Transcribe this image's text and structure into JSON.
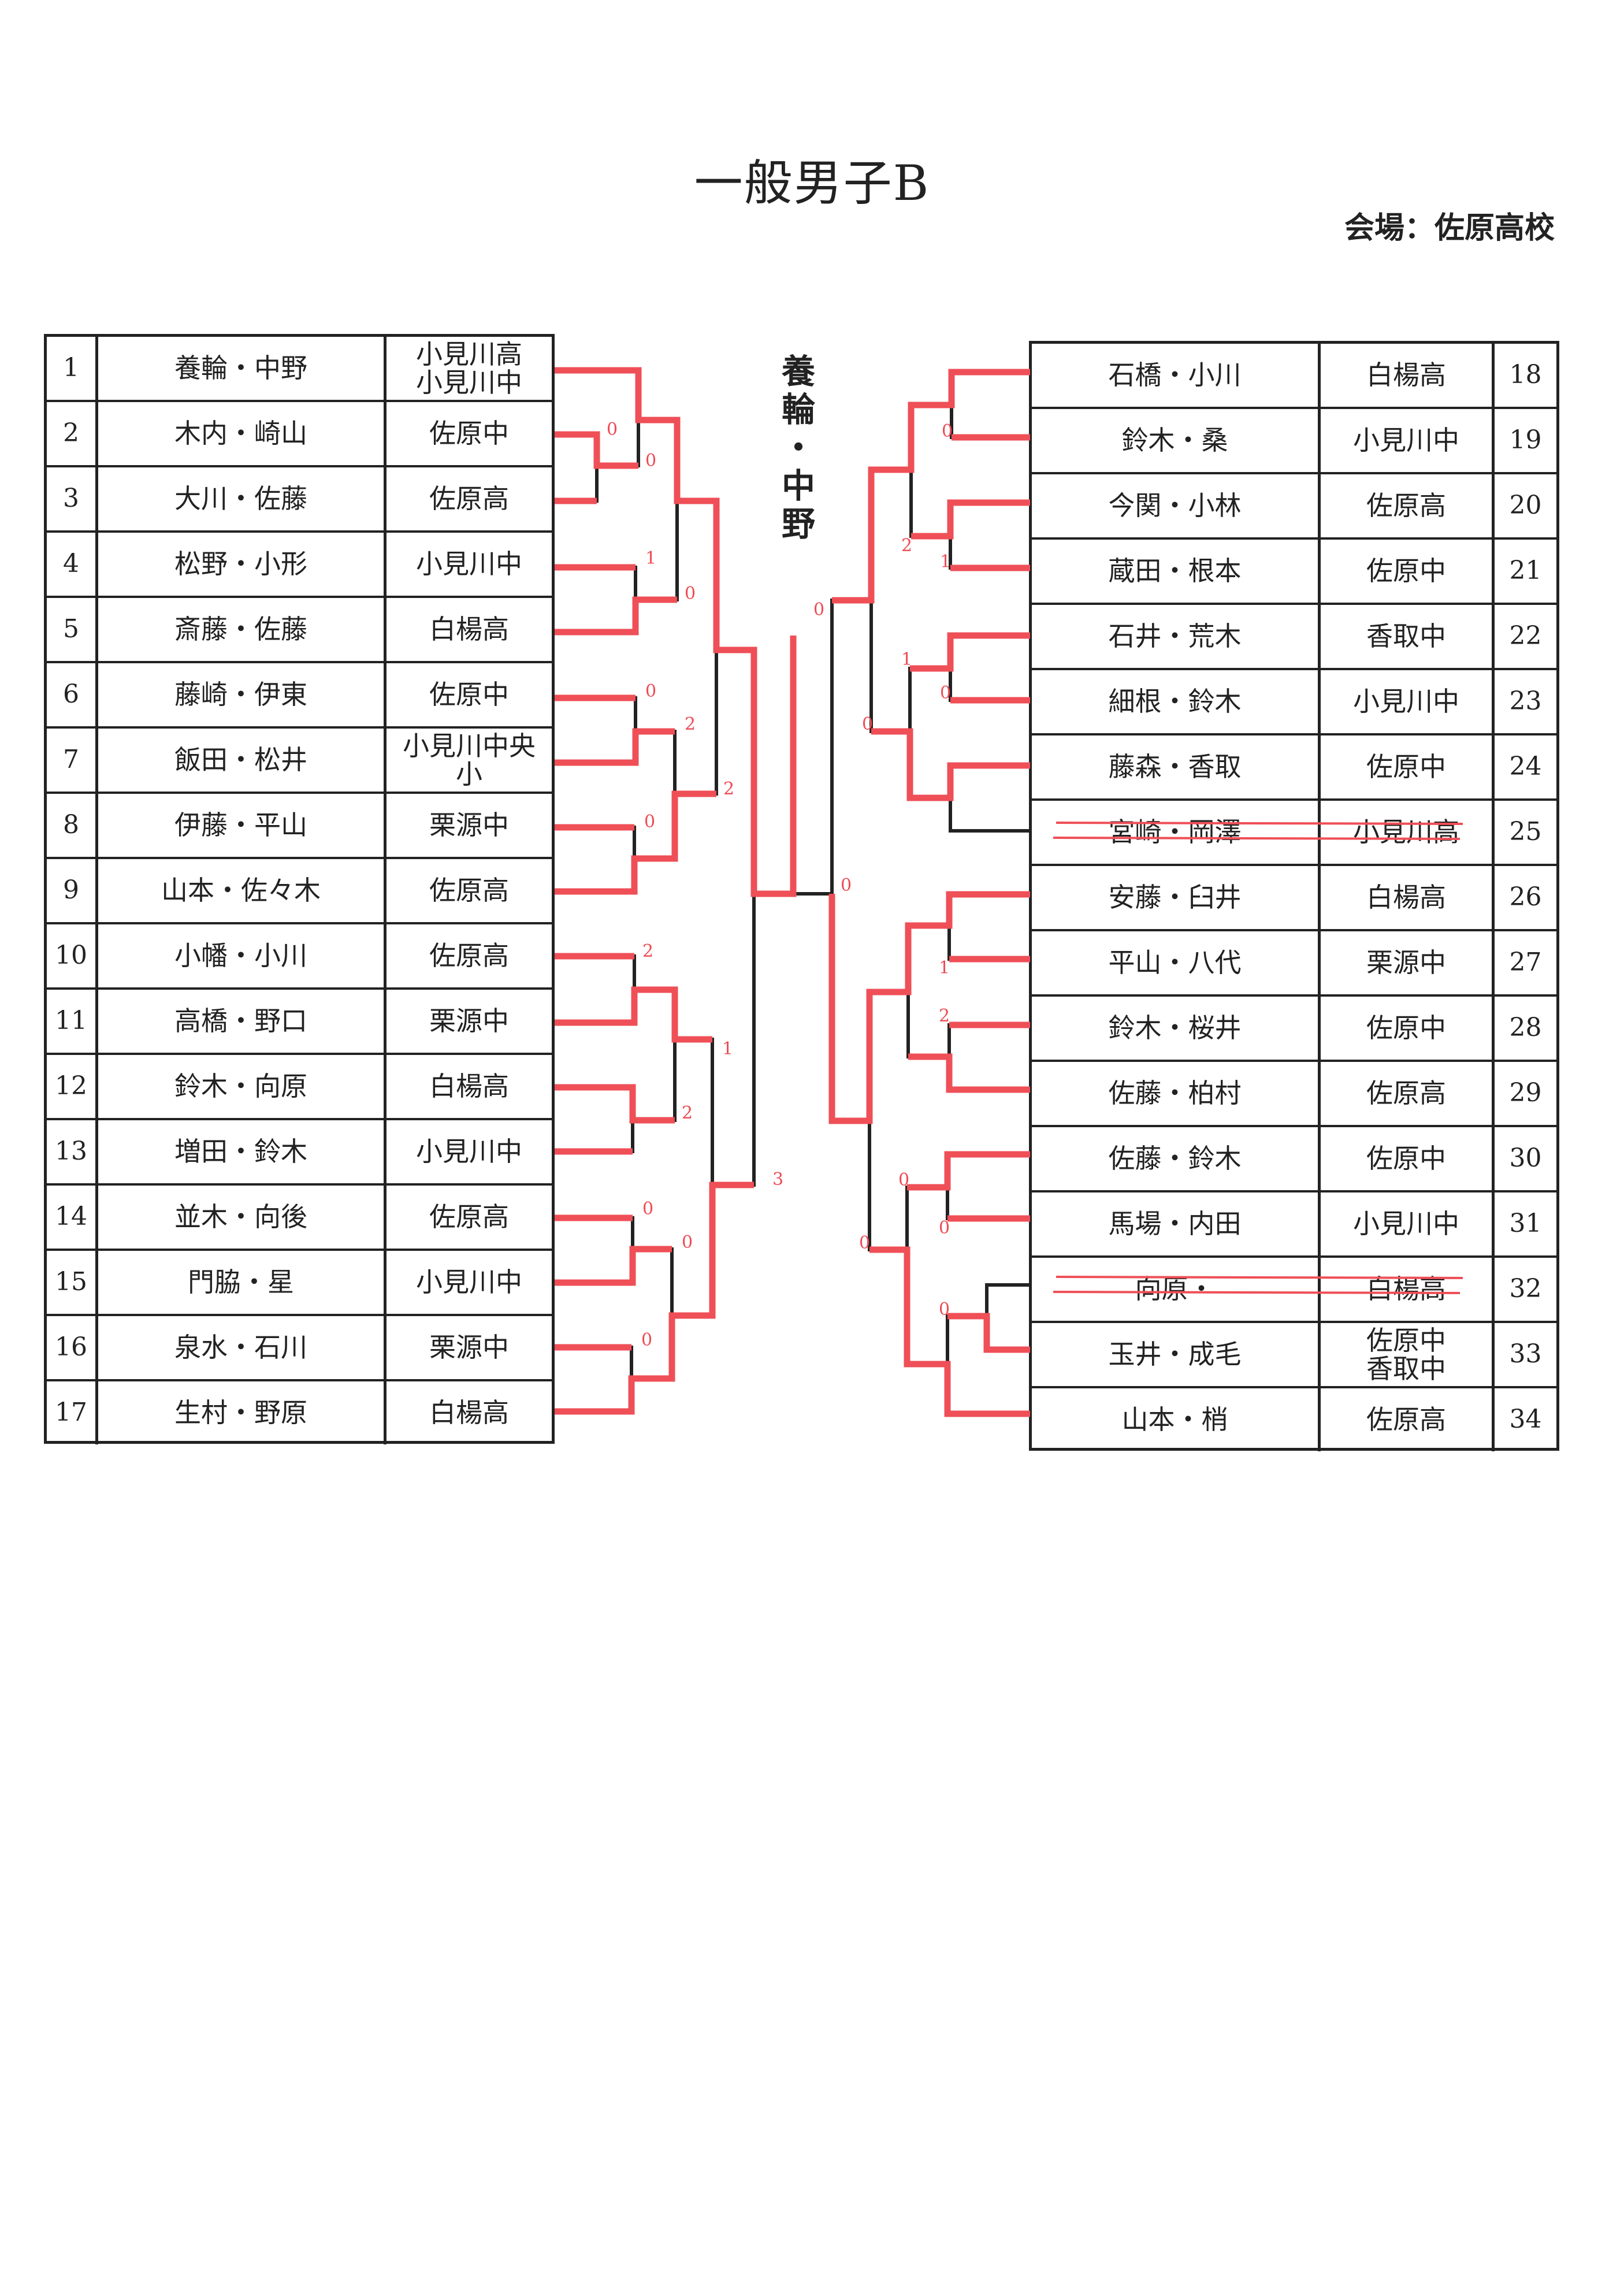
{
  "title": "一般男子B",
  "venue": "会場：佐原高校",
  "champion": "養輪・中野",
  "colors": {
    "line": "#222222",
    "result": "#ef4f57"
  },
  "left_entries": [
    {
      "no": "1",
      "name": "養輪・中野",
      "school": "小見川高\n小見川中"
    },
    {
      "no": "2",
      "name": "木内・崎山",
      "school": "佐原中"
    },
    {
      "no": "3",
      "name": "大川・佐藤",
      "school": "佐原高"
    },
    {
      "no": "4",
      "name": "松野・小形",
      "school": "小見川中"
    },
    {
      "no": "5",
      "name": "斎藤・佐藤",
      "school": "白楊高"
    },
    {
      "no": "6",
      "name": "藤崎・伊東",
      "school": "佐原中"
    },
    {
      "no": "7",
      "name": "飯田・松井",
      "school": "小見川中央小"
    },
    {
      "no": "8",
      "name": "伊藤・平山",
      "school": "栗源中"
    },
    {
      "no": "9",
      "name": "山本・佐々木",
      "school": "佐原高"
    },
    {
      "no": "10",
      "name": "小幡・小川",
      "school": "佐原高"
    },
    {
      "no": "11",
      "name": "高橋・野口",
      "school": "栗源中"
    },
    {
      "no": "12",
      "name": "鈴木・向原",
      "school": "白楊高"
    },
    {
      "no": "13",
      "name": "増田・鈴木",
      "school": "小見川中"
    },
    {
      "no": "14",
      "name": "並木・向後",
      "school": "佐原高"
    },
    {
      "no": "15",
      "name": "門脇・星",
      "school": "小見川中"
    },
    {
      "no": "16",
      "name": "泉水・石川",
      "school": "栗源中"
    },
    {
      "no": "17",
      "name": "生村・野原",
      "school": "白楊高"
    }
  ],
  "right_entries": [
    {
      "no": "18",
      "name": "石橋・小川",
      "school": "白楊高"
    },
    {
      "no": "19",
      "name": "鈴木・桑",
      "school": "小見川中"
    },
    {
      "no": "20",
      "name": "今関・小林",
      "school": "佐原高"
    },
    {
      "no": "21",
      "name": "蔵田・根本",
      "school": "佐原中"
    },
    {
      "no": "22",
      "name": "石井・荒木",
      "school": "香取中"
    },
    {
      "no": "23",
      "name": "細根・鈴木",
      "school": "小見川中"
    },
    {
      "no": "24",
      "name": "藤森・香取",
      "school": "佐原中"
    },
    {
      "no": "25",
      "name": "宮崎・岡澤",
      "school": "小見川高",
      "withdrawn": true
    },
    {
      "no": "26",
      "name": "安藤・臼井",
      "school": "白楊高"
    },
    {
      "no": "27",
      "name": "平山・八代",
      "school": "栗源中"
    },
    {
      "no": "28",
      "name": "鈴木・桜井",
      "school": "佐原中"
    },
    {
      "no": "29",
      "name": "佐藤・柏村",
      "school": "佐原高"
    },
    {
      "no": "30",
      "name": "佐藤・鈴木",
      "school": "佐原中"
    },
    {
      "no": "31",
      "name": "馬場・内田",
      "school": "小見川中"
    },
    {
      "no": "32",
      "name": "向原・",
      "school": "白楊高",
      "withdrawn": true
    },
    {
      "no": "33",
      "name": "玉井・成毛",
      "school": "佐原中\n香取中"
    },
    {
      "no": "34",
      "name": "山本・梢",
      "school": "佐原高"
    }
  ],
  "scores_left": [
    "0",
    "0",
    "1",
    "0",
    "0",
    "2",
    "2",
    "0",
    "2",
    "1",
    "2",
    "0",
    "0",
    "0",
    "3"
  ],
  "scores_right": [
    "0",
    "0",
    "0",
    "1",
    "2",
    "0",
    "1",
    "0",
    "1",
    "2",
    "0",
    "0",
    "0",
    "0"
  ]
}
